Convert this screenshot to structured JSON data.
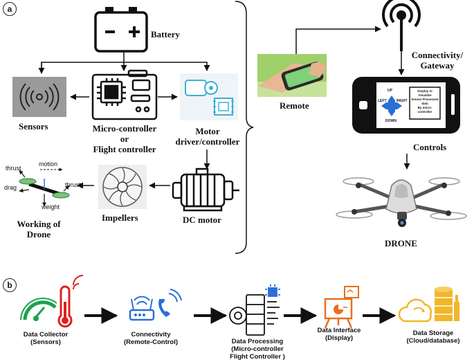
{
  "panel_a": {
    "badge": "a",
    "battery": "Battery",
    "sensors": "Sensors",
    "mcu_line1": "Micro-controller",
    "mcu_line2": "or",
    "mcu_line3": "Flight controller",
    "motor_line1": "Motor",
    "motor_line2": "driver/controller",
    "dc_motor": "DC motor",
    "impellers": "Impellers",
    "working_line1": "Working of",
    "working_line2": "Drone",
    "force_thrust_left": "thrust",
    "force_motion": "motion",
    "force_drag": "drag",
    "force_thrust_right": "thrust",
    "force_weight": "weight",
    "remote": "Remote",
    "gateway_line1": "Connectivity/",
    "gateway_line2": "Gateway",
    "controls": "Controls",
    "drone": "DRONE",
    "pad_up": "UP",
    "pad_down": "DOWN",
    "pad_left": "LEFT",
    "pad_right": "RIGHT",
    "screen_text": [
      "Display to",
      "Visualize",
      "Sensor Processed",
      "data",
      "By micro-",
      "controller"
    ]
  },
  "panel_b": {
    "badge": "b",
    "stages": [
      {
        "line1": "Data Collector",
        "line2": "(Sensors)"
      },
      {
        "line1": "Connectivity",
        "line2": "(Remote-Control)"
      },
      {
        "line1": "Data Processing",
        "line2": "(Micro-controller",
        "line3": "Flight Controller )"
      },
      {
        "line1": "Data Interface",
        "line2": "(Display)"
      },
      {
        "line1": "Data Storage",
        "line2": "(Cloud/database)"
      }
    ]
  },
  "colors": {
    "gauge_green": "#1aa34a",
    "thermo_red": "#e02020",
    "connect_blue": "#2a6fd6",
    "interface_orange": "#e8701e",
    "storage_yellow": "#f2b62a",
    "motor_cyan": "#3bb0d6"
  }
}
